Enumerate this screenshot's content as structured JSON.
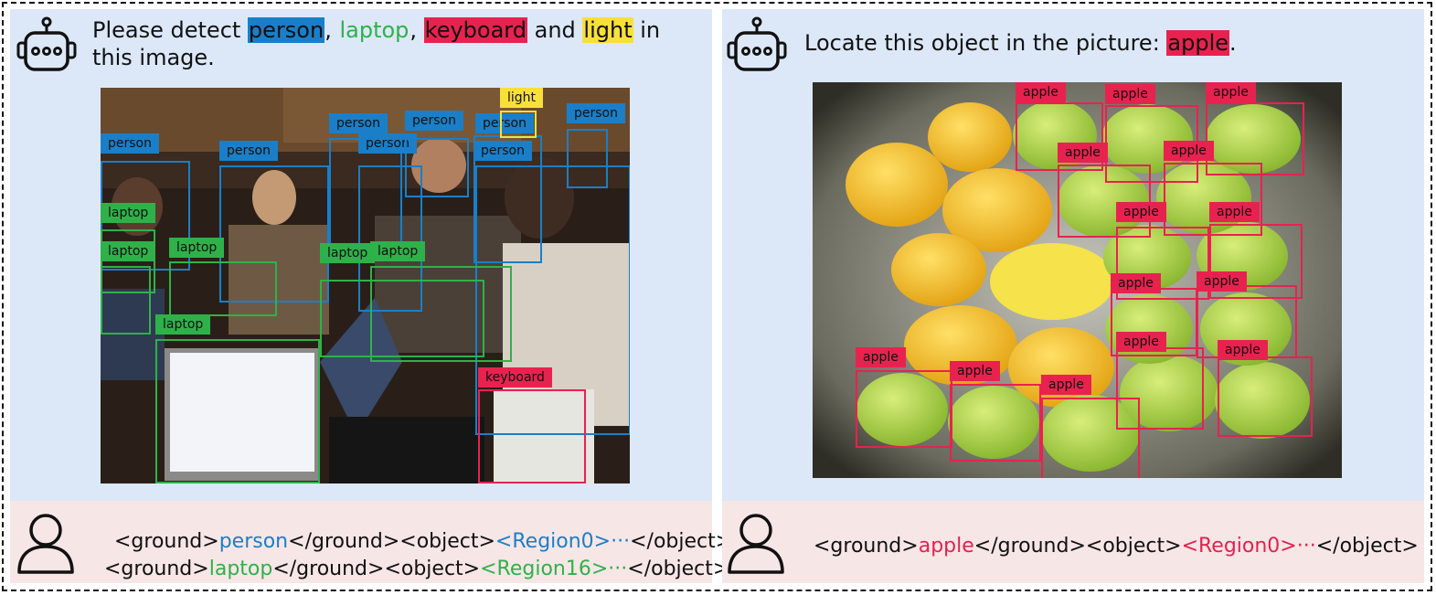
{
  "colors": {
    "person": "#1a7fc8",
    "laptop": "#2fb14a",
    "keyboard": "#e8224f",
    "light": "#f8e039",
    "apple": "#e8224f"
  },
  "left": {
    "prompt": {
      "p1": "Please detect ",
      "person": "person",
      "c1": ", ",
      "laptop": "laptop",
      "c2": ", ",
      "keyboard": "keyboard",
      "and": " and ",
      "light": "light",
      "tail": " in this image."
    },
    "labels": {
      "person": "person",
      "laptop": "laptop",
      "keyboard": "keyboard",
      "light": "light"
    },
    "answer": {
      "line1": {
        "open": "<ground>",
        "cls": "person",
        "mid": "</ground><object>",
        "region": "<Region0>···",
        "close": "</object>"
      },
      "line2": {
        "open": "<ground>",
        "cls": "laptop",
        "mid": "</ground><object>",
        "region": "<Region16>···",
        "close": "</object>",
        "more": "···"
      }
    }
  },
  "right": {
    "prompt": {
      "p1": "Locate this object in the picture: ",
      "apple": "apple",
      "tail": "."
    },
    "label": "apple",
    "answer": {
      "open": "<ground>",
      "cls": "apple",
      "mid": "</ground><object>",
      "region": "<Region0>···",
      "close": "</object>"
    }
  },
  "icons": [
    "robot-icon",
    "user-icon"
  ]
}
